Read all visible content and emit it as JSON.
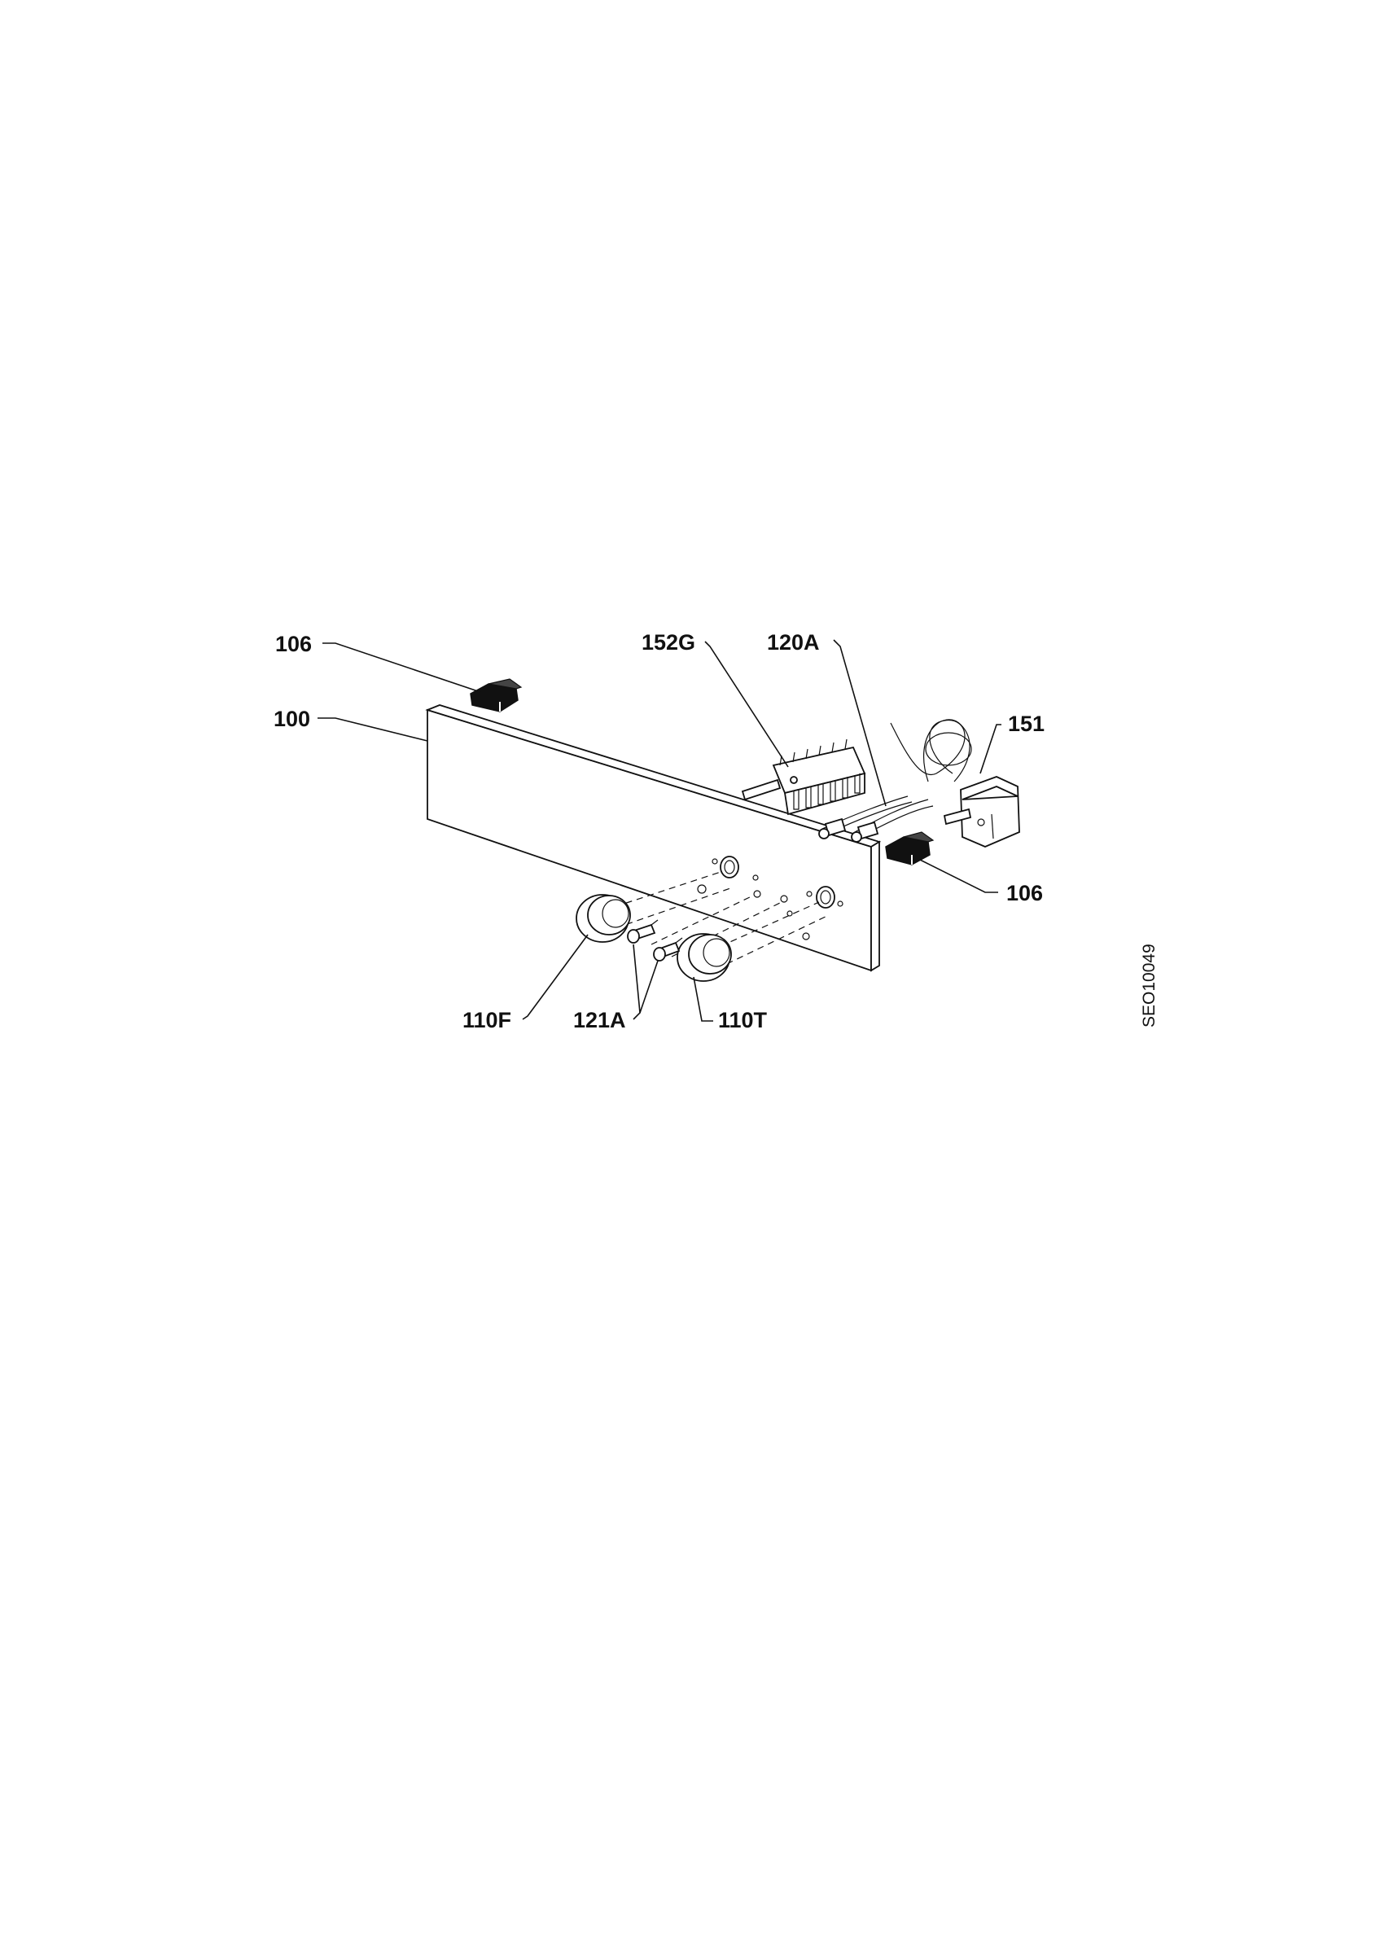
{
  "diagram": {
    "reference_code": "SEO10049",
    "callouts": {
      "clip_top": "106",
      "panel": "100",
      "selector_switch": "152G",
      "wiring": "120A",
      "thermostat": "151",
      "clip_right": "106",
      "knob_function": "110F",
      "indicator_lamps": "121A",
      "knob_thermostat": "110T"
    }
  }
}
